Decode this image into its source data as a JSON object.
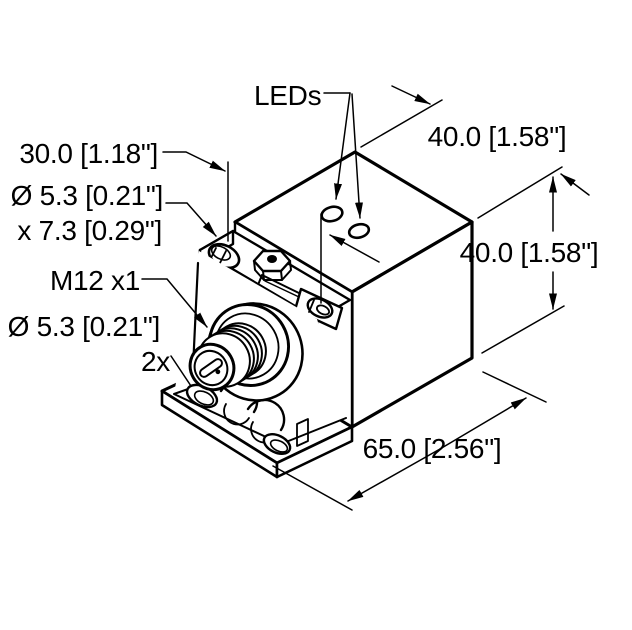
{
  "drawing": {
    "title": "Isometric dimensional drawing of inductive sensor with M12 connector",
    "labels": {
      "leds": "LEDs",
      "dim_top_width": "40.0 [1.58\"]",
      "dim_height": "40.0 [1.58\"]",
      "dim_depth": "65.0 [2.56\"]",
      "dim_head_width": "30.0 [1.18\"]",
      "slot_size_dia": "Ø 5.3 [0.21\"]",
      "slot_size_depth": "x 7.3 [0.29\"]",
      "connector_thread": "M12 x1",
      "mount_hole_dia": "Ø 5.3 [0.21\"]",
      "mount_hole_count": "2x"
    },
    "colors": {
      "line": "#000000",
      "background": "#ffffff"
    }
  }
}
